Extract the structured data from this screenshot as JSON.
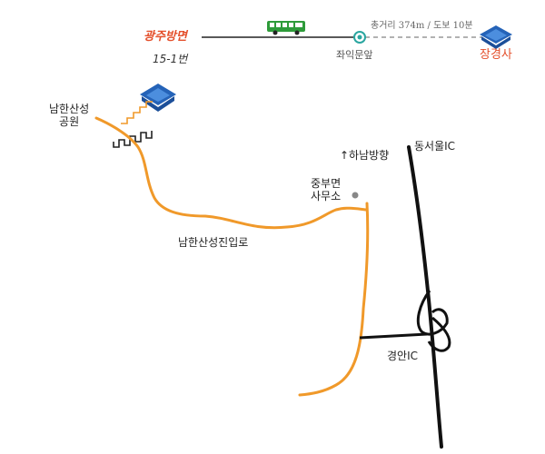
{
  "top": {
    "origin": "광주방면",
    "bus": "15-1번",
    "distance": "총거리 374m / 도보 10분",
    "stop": "좌익문앞",
    "destination": "장경사"
  },
  "places": {
    "park": "남한산성\n공원",
    "north": "↑하남방향",
    "office": "중부면\n사무소",
    "road": "남한산성진입로",
    "ic_north": "동서울IC",
    "ic_south": "경안IC"
  },
  "colors": {
    "road_orange": "#f0992a",
    "highway": "#111111",
    "accent": "#e4502c",
    "stop_marker": "#2aa6a0",
    "bus": "#2e9b3a",
    "temple_blue": "#2563b8"
  }
}
